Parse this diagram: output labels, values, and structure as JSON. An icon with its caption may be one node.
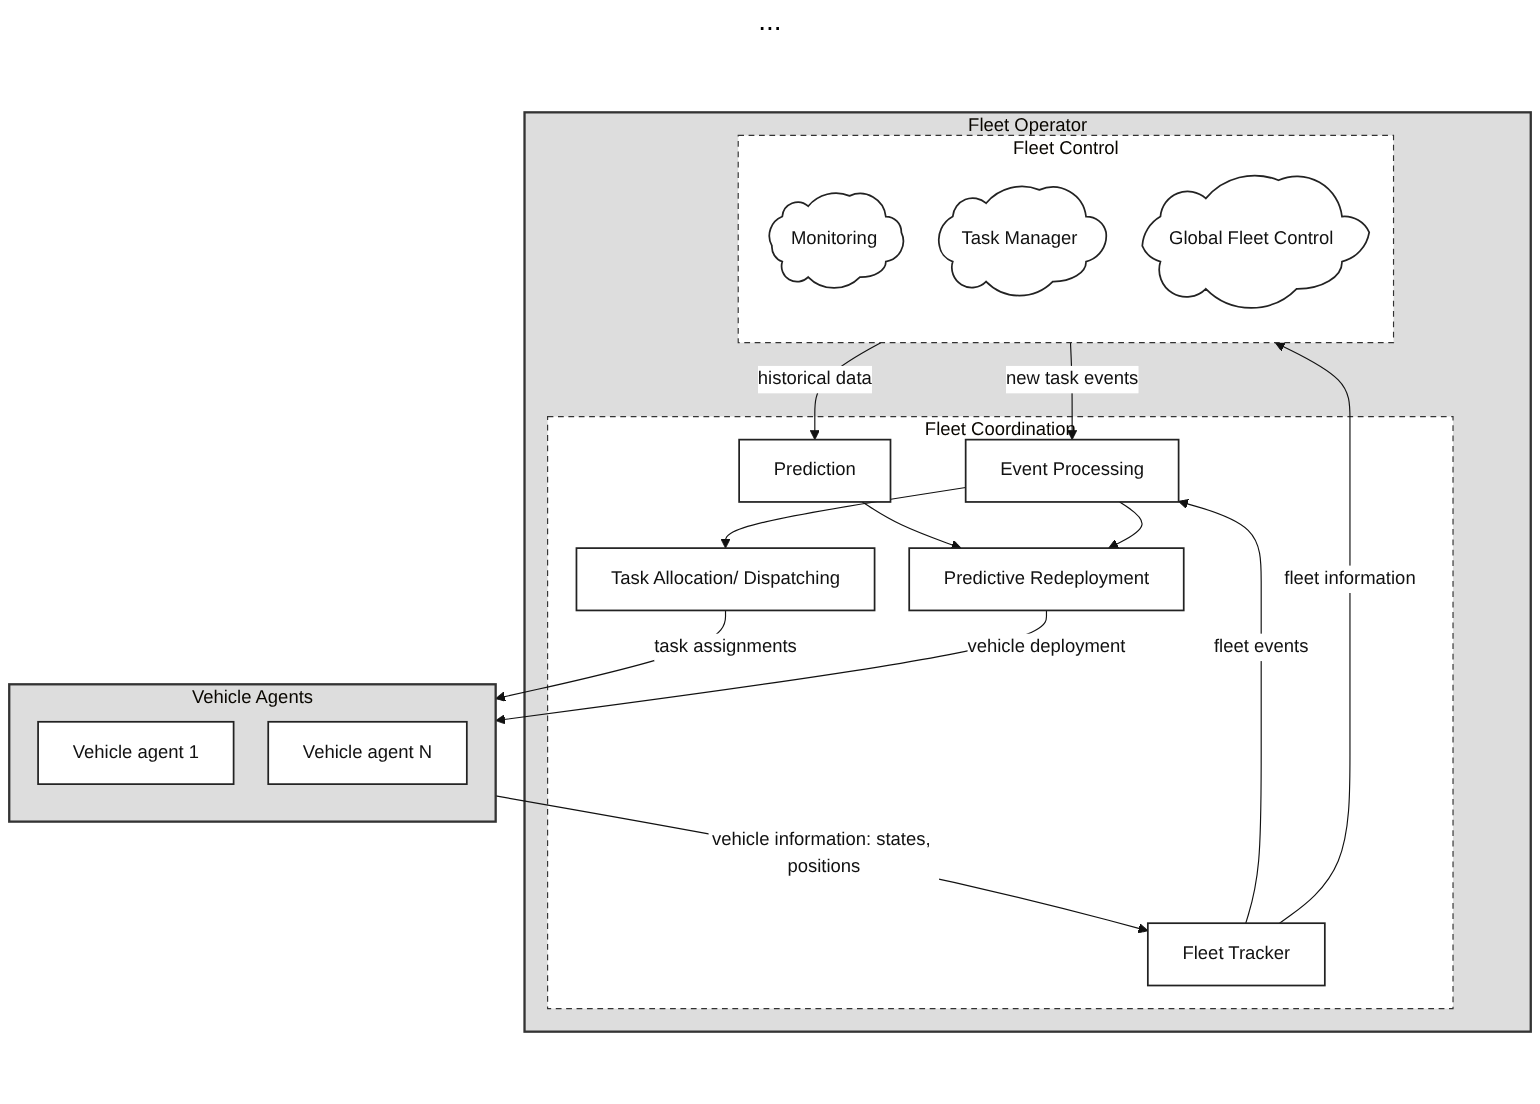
{
  "diagram": {
    "nodes": [
      {
        "text": [
          "Vehicle Agents"
        ]
      },
      {
        "text": [
          "Vehicle agent 1"
        ],
        "in": 0
      },
      {
        "text": [
          "Vehicle agent N"
        ],
        "in": 0
      },
      {
        "text": [
          "Fleet Operator"
        ]
      },
      {
        "text": [
          "Fleet Coordination"
        ],
        "in": 3
      },
      {
        "text": [
          "Fleet Tracker"
        ],
        "in": 4
      },
      {
        "text": [
          "Task Allocation/ Dispatching"
        ],
        "in": 4
      },
      {
        "text": [
          "Predictive Redeployment"
        ],
        "in": 4
      },
      {
        "text": [
          "Prediction"
        ],
        "in": 4
      },
      {
        "text": [
          "Event Processing"
        ],
        "in": 4
      },
      {
        "text": [
          "Fleet Control"
        ],
        "in": 3
      },
      {
        "text": [
          "Monitoring"
        ],
        "in": 10
      },
      {
        "text": [
          "Task Manager"
        ],
        "in": 10
      },
      {
        "text": [
          "Global Fleet Control"
        ],
        "in": 10
      }
    ],
    "edges": [
      {
        "from": 0,
        "to": 5,
        "arrow": "to",
        "label": "vehicle information: states, positions"
      },
      {
        "from": 6,
        "to": 0,
        "arrow": "to",
        "label": "task assignments"
      },
      {
        "from": 7,
        "to": 0,
        "arrow": "to",
        "label": "vehicle deployment"
      },
      {
        "from": 8,
        "to": 7,
        "arrow": "to"
      },
      {
        "from": 9,
        "to": 6,
        "arrow": "to"
      },
      {
        "from": 9,
        "to": 7,
        "arrow": "to"
      },
      {
        "from": 5,
        "to": 9,
        "arrow": "to",
        "label": "fleet events"
      },
      {
        "from": 5,
        "to": 10,
        "arrow": "to",
        "label": "fleet information"
      },
      {
        "from": 10,
        "to": 9,
        "arrow": "to",
        "label": "new task events"
      },
      {
        "from": 10,
        "to": 8,
        "arrow": "to",
        "label": "historical data"
      }
    ],
    "labels": [
      "..."
    ]
  }
}
